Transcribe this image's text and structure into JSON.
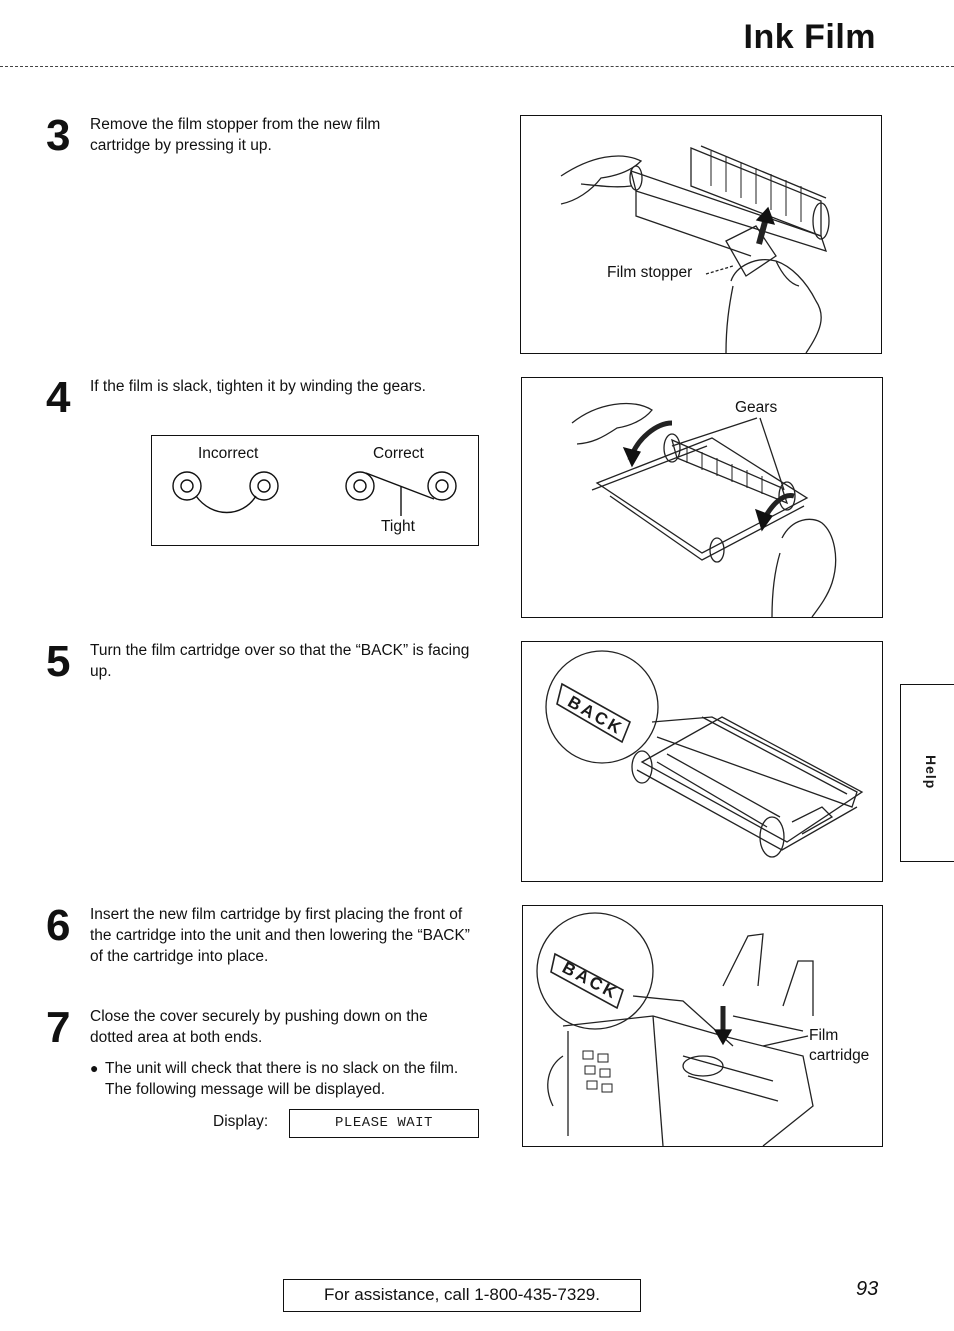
{
  "header": {
    "title": "Ink Film"
  },
  "steps": [
    {
      "num": "3",
      "text": "Remove the film stopper from the new film cartridge by pressing it up."
    },
    {
      "num": "4",
      "text": "If the film is slack, tighten it by winding the gears."
    },
    {
      "num": "5",
      "text": "Turn the film cartridge over so that the “BACK” is facing up."
    },
    {
      "num": "6",
      "text": "Insert the new film cartridge by first placing the front of the cartridge into the unit and then lowering the “BACK” of the cartridge into place."
    },
    {
      "num": "7",
      "text": "Close the cover securely by pushing down on the dotted area at both ends."
    }
  ],
  "step7": {
    "bullet": "The unit will check that there is no slack on the film. The following message will be displayed.",
    "display_label": "Display:",
    "display_value": "PLEASE WAIT"
  },
  "tension_box": {
    "incorrect": "Incorrect",
    "correct": "Correct",
    "tight": "Tight"
  },
  "figures": {
    "fig3_callout": "Film stopper",
    "fig4_callout": "Gears",
    "fig5_stamp": "BACK",
    "fig6_stamp": "BACK",
    "fig6_callout_1": "Film",
    "fig6_callout_2": "cartridge"
  },
  "side_tab": {
    "label": "Help"
  },
  "footer": {
    "assistance": "For assistance, call 1-800-435-7329.",
    "page_number": "93"
  }
}
